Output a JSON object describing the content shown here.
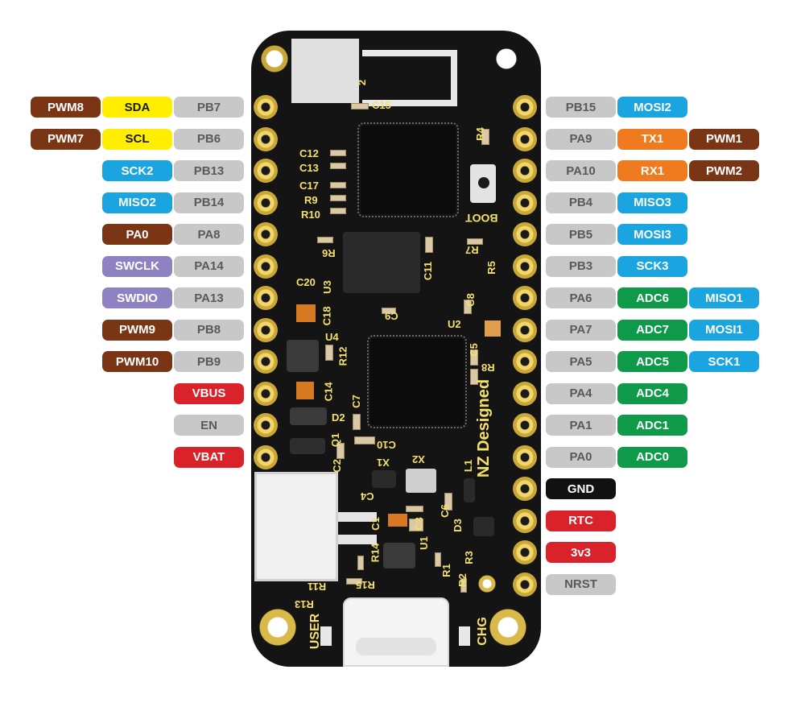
{
  "colors": {
    "pwm": "#7a3515",
    "i2c": "#ffee00",
    "port": "#c8c8c8",
    "spi": "#1ba5e0",
    "swd": "#8e82c2",
    "power": "#d9222a",
    "uart": "#f07a1e",
    "adc": "#0f9a4a",
    "gnd": "#111111",
    "board": "#141414",
    "silk": "#f5e06a"
  },
  "left_pins": [
    {
      "labels": [
        {
          "text": "PWM8",
          "kind": "pwm"
        },
        {
          "text": "SDA",
          "kind": "i2c"
        },
        {
          "text": "PB7",
          "kind": "port"
        }
      ]
    },
    {
      "labels": [
        {
          "text": "PWM7",
          "kind": "pwm"
        },
        {
          "text": "SCL",
          "kind": "i2c"
        },
        {
          "text": "PB6",
          "kind": "port"
        }
      ]
    },
    {
      "labels": [
        {
          "text": "SCK2",
          "kind": "spi"
        },
        {
          "text": "PB13",
          "kind": "port"
        }
      ]
    },
    {
      "labels": [
        {
          "text": "MISO2",
          "kind": "spi"
        },
        {
          "text": "PB14",
          "kind": "port"
        }
      ]
    },
    {
      "labels": [
        {
          "text": "PA0",
          "kind": "pwm"
        },
        {
          "text": "PA8",
          "kind": "port"
        }
      ]
    },
    {
      "labels": [
        {
          "text": "SWCLK",
          "kind": "swd"
        },
        {
          "text": "PA14",
          "kind": "port"
        }
      ]
    },
    {
      "labels": [
        {
          "text": "SWDIO",
          "kind": "swd"
        },
        {
          "text": "PA13",
          "kind": "port"
        }
      ]
    },
    {
      "labels": [
        {
          "text": "PWM9",
          "kind": "pwm"
        },
        {
          "text": "PB8",
          "kind": "port"
        }
      ]
    },
    {
      "labels": [
        {
          "text": "PWM10",
          "kind": "pwm"
        },
        {
          "text": "PB9",
          "kind": "port"
        }
      ]
    },
    {
      "labels": [
        {
          "text": "VBUS",
          "kind": "power"
        }
      ]
    },
    {
      "labels": [
        {
          "text": "EN",
          "kind": "port"
        }
      ]
    },
    {
      "labels": [
        {
          "text": "VBAT",
          "kind": "power"
        }
      ]
    }
  ],
  "right_pins": [
    {
      "labels": [
        {
          "text": "PB15",
          "kind": "port"
        },
        {
          "text": "MOSI2",
          "kind": "spi"
        }
      ]
    },
    {
      "labels": [
        {
          "text": "PA9",
          "kind": "port"
        },
        {
          "text": "TX1",
          "kind": "uart"
        },
        {
          "text": "PWM1",
          "kind": "pwm"
        }
      ]
    },
    {
      "labels": [
        {
          "text": "PA10",
          "kind": "port"
        },
        {
          "text": "RX1",
          "kind": "uart"
        },
        {
          "text": "PWM2",
          "kind": "pwm"
        }
      ]
    },
    {
      "labels": [
        {
          "text": "PB4",
          "kind": "port"
        },
        {
          "text": "MISO3",
          "kind": "spi"
        }
      ]
    },
    {
      "labels": [
        {
          "text": "PB5",
          "kind": "port"
        },
        {
          "text": "MOSI3",
          "kind": "spi"
        }
      ]
    },
    {
      "labels": [
        {
          "text": "PB3",
          "kind": "port"
        },
        {
          "text": "SCK3",
          "kind": "spi"
        }
      ]
    },
    {
      "labels": [
        {
          "text": "PA6",
          "kind": "port"
        },
        {
          "text": "ADC6",
          "kind": "adc"
        },
        {
          "text": "MISO1",
          "kind": "spi"
        }
      ]
    },
    {
      "labels": [
        {
          "text": "PA7",
          "kind": "port"
        },
        {
          "text": "ADC7",
          "kind": "adc"
        },
        {
          "text": "MOSI1",
          "kind": "spi"
        }
      ]
    },
    {
      "labels": [
        {
          "text": "PA5",
          "kind": "port"
        },
        {
          "text": "ADC5",
          "kind": "adc"
        },
        {
          "text": "SCK1",
          "kind": "spi"
        }
      ]
    },
    {
      "labels": [
        {
          "text": "PA4",
          "kind": "port"
        },
        {
          "text": "ADC4",
          "kind": "adc"
        }
      ]
    },
    {
      "labels": [
        {
          "text": "PA1",
          "kind": "port"
        },
        {
          "text": "ADC1",
          "kind": "adc"
        }
      ]
    },
    {
      "labels": [
        {
          "text": "PA0",
          "kind": "port"
        },
        {
          "text": "ADC0",
          "kind": "adc"
        }
      ]
    },
    {
      "labels": [
        {
          "text": "GND",
          "kind": "gnd"
        }
      ]
    },
    {
      "labels": [
        {
          "text": "RTC",
          "kind": "power"
        }
      ]
    },
    {
      "labels": [
        {
          "text": "3v3",
          "kind": "power"
        }
      ]
    },
    {
      "labels": [
        {
          "text": "NRST",
          "kind": "port"
        }
      ]
    }
  ],
  "silkscreen": {
    "designer": "NZ Designed",
    "boot": "BOOT",
    "user": "USER",
    "chg": "CHG",
    "ant_num": "2",
    "components": [
      "C15",
      "R4",
      "C12",
      "C13",
      "C17",
      "R9",
      "R10",
      "R6",
      "R7",
      "C11",
      "R5",
      "C20",
      "U3",
      "C18",
      "C9",
      "C8",
      "U2",
      "U4",
      "R12",
      "C5",
      "R8",
      "C14",
      "C7",
      "D2",
      "Q1",
      "C10",
      "C2",
      "X1",
      "X2",
      "L1",
      "C4",
      "C6",
      "C1",
      "C3",
      "D3",
      "R14",
      "U1",
      "R1",
      "R3",
      "R2",
      "R15",
      "R11",
      "R13"
    ]
  }
}
